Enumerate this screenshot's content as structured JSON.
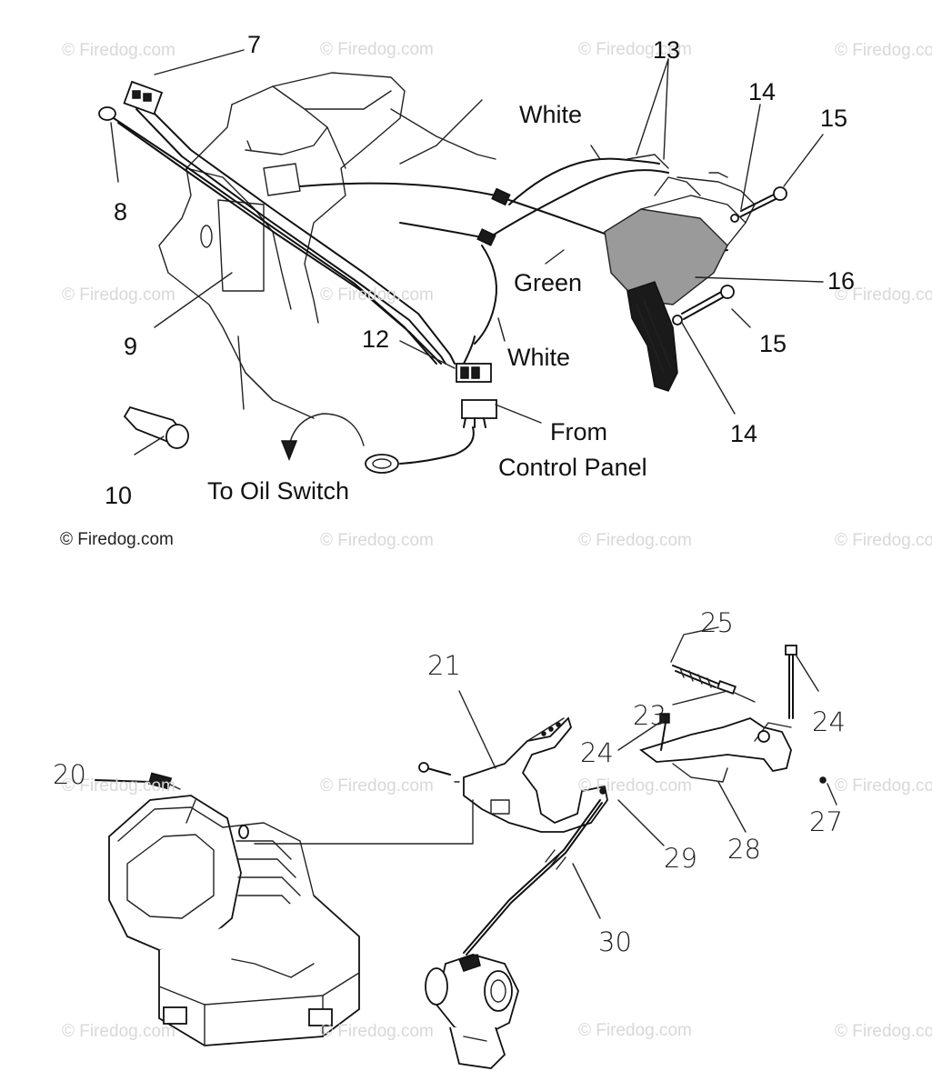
{
  "watermark": "© Firedog.com",
  "copyright": "© Firedog.com",
  "top_diagram": {
    "callouts": [
      "7",
      "8",
      "9",
      "10",
      "12",
      "13",
      "14",
      "14",
      "15",
      "15",
      "16"
    ],
    "wire_labels": {
      "white_top": "White",
      "green": "Green",
      "white_lower": "White",
      "from_control_line1": "From",
      "from_control_line2": "Control Panel",
      "oil_switch": "To Oil Switch"
    }
  },
  "bottom_diagram": {
    "callouts": [
      "20",
      "21",
      "23",
      "24",
      "24",
      "25",
      "27",
      "28",
      "29",
      "30"
    ]
  }
}
